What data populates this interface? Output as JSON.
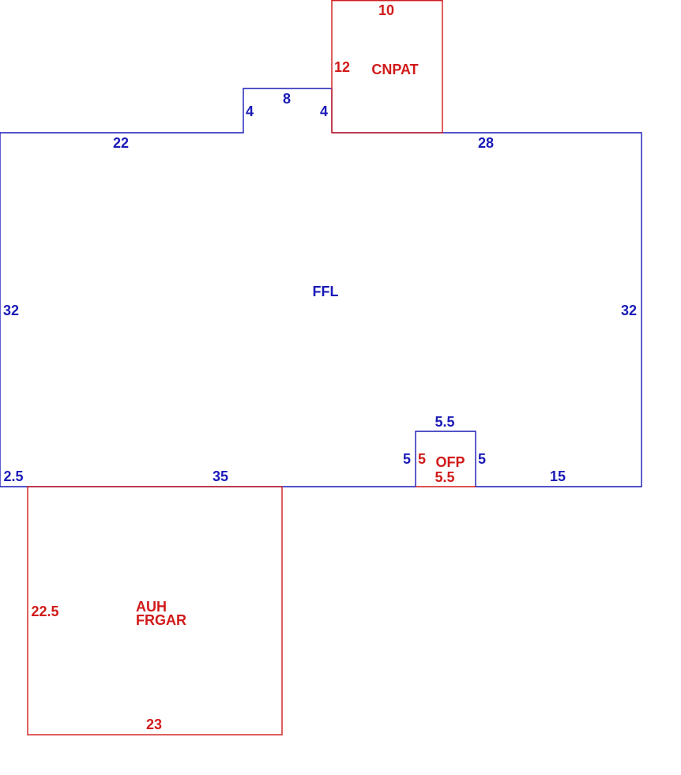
{
  "colors": {
    "main_area": "#1a1ab8",
    "secondary_area": "#d11a1a",
    "background": "#ffffff"
  },
  "areas": {
    "ffl": {
      "code": "FFL"
    },
    "cnpat": {
      "code": "CNPAT"
    },
    "ofp": {
      "code": "OFP"
    },
    "garage": {
      "code_line1": "AUH",
      "code_line2": "FRGAR"
    }
  },
  "dimensions": {
    "ffl_top_left": "22",
    "ffl_step_left": "4",
    "ffl_step_top": "8",
    "ffl_step_right": "4",
    "ffl_top_right": "28",
    "ffl_left": "32",
    "ffl_right": "32",
    "ffl_bottom_offset": "2.5",
    "ffl_bottom_left": "35",
    "ffl_bottom_right": "15",
    "cnpat_top": "10",
    "cnpat_side": "12",
    "ofp_top": "5.5",
    "ofp_left_outer": "5",
    "ofp_left_inner": "5",
    "ofp_right": "5",
    "ofp_bottom": "5.5",
    "garage_side": "22.5",
    "garage_bottom": "23"
  }
}
